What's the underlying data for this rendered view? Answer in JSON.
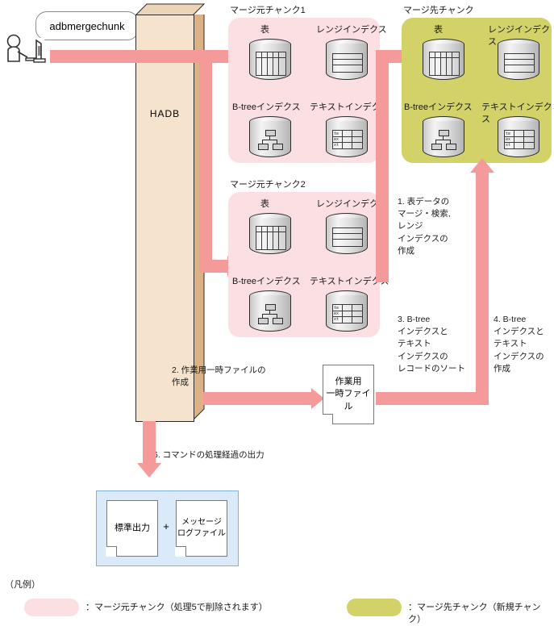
{
  "command_balloon": {
    "text": "adbmergechunk"
  },
  "server": {
    "label": "HADB"
  },
  "chunks": [
    {
      "id": "source-1",
      "title": "マージ元チャンク1",
      "type": "source",
      "items": [
        {
          "label": "表",
          "icon": "table-cylinder-icon"
        },
        {
          "label": "レンジインデクス",
          "icon": "range-index-cylinder-icon"
        },
        {
          "label": "B-treeインデクス",
          "icon": "btree-index-cylinder-icon"
        },
        {
          "label": "テキストインデクス",
          "icon": "text-index-cylinder-icon",
          "inner": [
            "te",
            "ex",
            "xt"
          ]
        }
      ]
    },
    {
      "id": "source-2",
      "title": "マージ元チャンク2",
      "type": "source",
      "items": [
        {
          "label": "表",
          "icon": "table-cylinder-icon"
        },
        {
          "label": "レンジインデクス",
          "icon": "range-index-cylinder-icon"
        },
        {
          "label": "B-treeインデクス",
          "icon": "btree-index-cylinder-icon"
        },
        {
          "label": "テキストインデクス",
          "icon": "text-index-cylinder-icon",
          "inner": [
            "te",
            "ex",
            "xt"
          ]
        }
      ]
    },
    {
      "id": "destination",
      "title": "マージ先チャンク",
      "type": "destination",
      "items": [
        {
          "label": "表",
          "icon": "table-cylinder-icon"
        },
        {
          "label": "レンジインデクス",
          "icon": "range-index-cylinder-icon"
        },
        {
          "label": "B-treeインデクス",
          "icon": "btree-index-cylinder-icon"
        },
        {
          "label": "テキストインデクス",
          "icon": "text-index-cylinder-icon",
          "inner": [
            "te",
            "ex",
            "xt"
          ]
        }
      ]
    }
  ],
  "steps": [
    {
      "number": "1",
      "text": "1. 表データの\nマージ・検索,\nレンジ\nインデクスの\n作成"
    },
    {
      "number": "2",
      "text": "2. 作業用一時ファイルの\n   作成"
    },
    {
      "number": "3",
      "text": "3. B-tree\nインデクスと\nテキスト\nインデクスの\nレコードのソート"
    },
    {
      "number": "4",
      "text": "4. B-tree\nインデクスと\nテキスト\nインデクスの\n作成"
    },
    {
      "number": "6",
      "text": "6. コマンドの処理経過の出力"
    }
  ],
  "temp_file": {
    "label": "作業用\n一時ファイル"
  },
  "output": {
    "stdout": {
      "label": "標準出力"
    },
    "plus": "+",
    "logfile": {
      "label": "メッセージ\nログファイル"
    }
  },
  "legend": {
    "title": "（凡例）",
    "entries": [
      {
        "swatch": "source",
        "text": "：マージ元チャンク（処理5で削除されます）",
        "color": "#fbdfe3"
      },
      {
        "swatch": "destination",
        "text": "：マージ先チャンク（新規チャンク）",
        "color": "#d2d269"
      }
    ]
  },
  "colors": {
    "arrow": "#f59a9a",
    "source_chunk": "#fbdfe3",
    "destination_chunk": "#d2d269",
    "server_front": "#f6e3cd",
    "server_side": "#dcb183",
    "output_box": "#dbeaf9"
  }
}
